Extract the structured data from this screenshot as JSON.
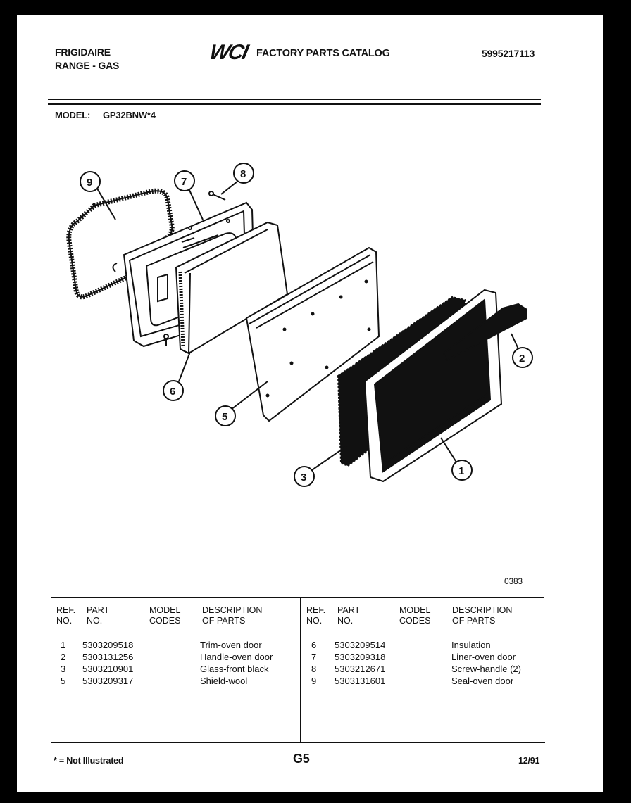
{
  "header": {
    "brand": "FRIGIDAIRE",
    "product": "RANGE - GAS",
    "logo": "WCI",
    "catalog_title": "FACTORY PARTS CATALOG",
    "catalog_number": "5995217113"
  },
  "model": {
    "label": "MODEL:",
    "value": "GP32BNW*4"
  },
  "diagram": {
    "figure_number": "0383",
    "callouts": [
      "1",
      "2",
      "3",
      "5",
      "6",
      "7",
      "8",
      "9"
    ]
  },
  "table": {
    "headers": {
      "ref_no": "REF.\nNO.",
      "part_no": "PART\nNO.",
      "model_codes": "MODEL\nCODES",
      "description": "DESCRIPTION\nOF PARTS"
    },
    "left_rows": [
      {
        "ref": "1",
        "part": "5303209518",
        "codes": "",
        "desc": "Trim-oven door"
      },
      {
        "ref": "2",
        "part": "5303131256",
        "codes": "",
        "desc": "Handle-oven door"
      },
      {
        "ref": "3",
        "part": "5303210901",
        "codes": "",
        "desc": "Glass-front black"
      },
      {
        "ref": "5",
        "part": "5303209317",
        "codes": "",
        "desc": "Shield-wool"
      }
    ],
    "right_rows": [
      {
        "ref": "6",
        "part": "5303209514",
        "codes": "",
        "desc": "Insulation"
      },
      {
        "ref": "7",
        "part": "5303209318",
        "codes": "",
        "desc": "Liner-oven door"
      },
      {
        "ref": "8",
        "part": "5303212671",
        "codes": "",
        "desc": "Screw-handle (2)"
      },
      {
        "ref": "9",
        "part": "5303131601",
        "codes": "",
        "desc": "Seal-oven door"
      }
    ]
  },
  "footer": {
    "note": "* = Not Illustrated",
    "page": "G5",
    "date": "12/91"
  }
}
